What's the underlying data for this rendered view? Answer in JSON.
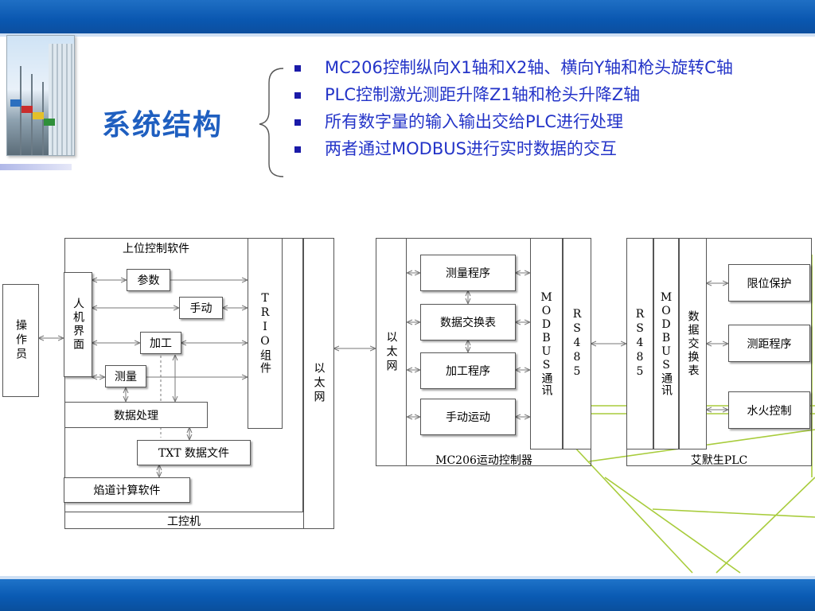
{
  "slide": {
    "title": "系统结构",
    "bullets": [
      "MC206控制纵向X1轴和X2轴、横向Y轴和枪头旋转C轴",
      "PLC控制激光测距升降Z1轴和枪头升降Z轴",
      "所有数字量的输入输出交给PLC进行处理",
      "两者通过MODBUS进行实时数据的交互"
    ]
  },
  "diagram": {
    "operator": "操作员",
    "ipc": {
      "upper_software": "上位控制软件",
      "hmi": "人机界面",
      "params": "参数",
      "manual": "手动",
      "machining": "加工",
      "measure": "测量",
      "trio": "TRIO组件",
      "data_processing": "数据处理",
      "txt_file": "TXT 数据文件",
      "weld_software": "焰道计算软件",
      "label": "工控机",
      "ethernet": "以太网"
    },
    "mc206": {
      "ethernet": "以太网",
      "measure_program": "测量程序",
      "data_exchange": "数据交换表",
      "machining_program": "加工程序",
      "manual_motion": "手动运动",
      "modbus": "MODBUS通讯",
      "rs485": "RS485",
      "label": "MC206运动控制器"
    },
    "plc": {
      "rs485": "RS485",
      "modbus": "MODBUS通讯",
      "data_exchange": "数据交换表",
      "limit_protection": "限位保护",
      "ranging_program": "测距程序",
      "water_fire": "水火控制",
      "label": "艾默生PLC"
    }
  },
  "colors": {
    "accent_blue": "#1f5fc0",
    "bullet_text": "#2434c8",
    "bar_blue": "#0a57b0",
    "green_lines": "#a8cc3c"
  }
}
